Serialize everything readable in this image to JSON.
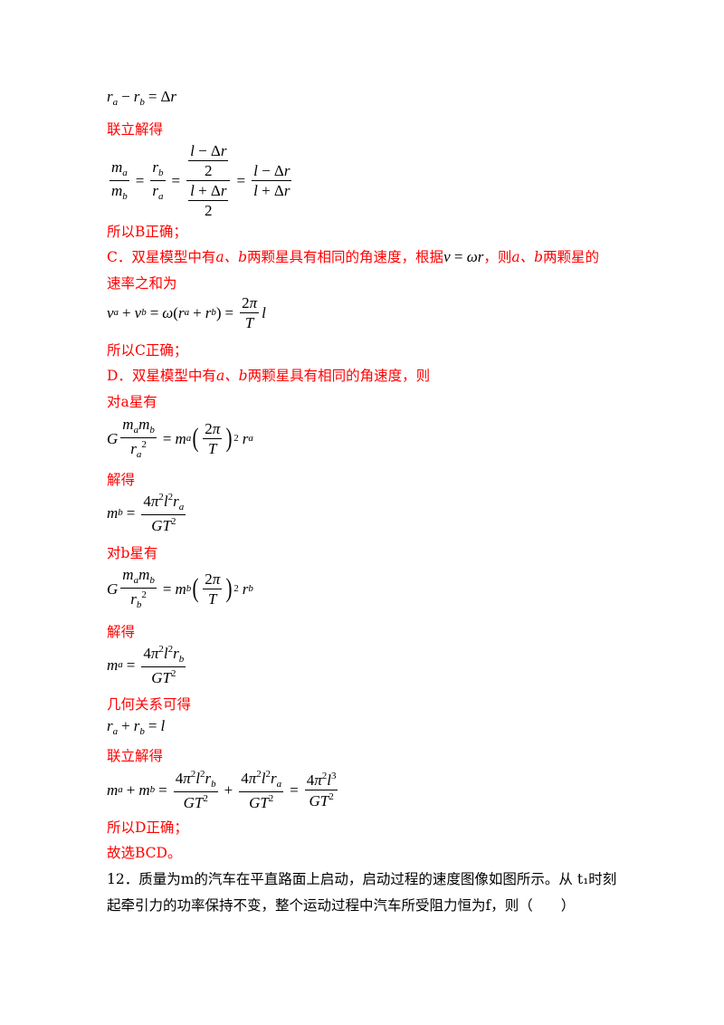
{
  "lines": {
    "l1": "联立解得",
    "l2": "所以B正确；",
    "l3_pre": "C．双星模型中有",
    "l3_mid": "两颗星具有相同的角速度，根据",
    "l3_post": "，则",
    "l3_end": "两颗星的",
    "l4": "速率之和为",
    "l5": "所以C正确；",
    "l6_pre": "D．双星模型中有",
    "l6_post": "两颗星具有相同的角速度，则",
    "l7": "对a星有",
    "l8": "解得",
    "l9": "对b星有",
    "l10": "解得",
    "l11": "几何关系可得",
    "l12": "联立解得",
    "l13": "所以D正确；",
    "l14": "故选BCD。",
    "q12_line1": "12．质量为m的汽车在平直路面上启动，启动过程的速度图像如图所示。从 t₁时刻",
    "q12_line2": "起牵引力的功率保持不变，整个运动过程中汽车所受阻力恒为f，则（　　）",
    "ab": "a、b"
  }
}
